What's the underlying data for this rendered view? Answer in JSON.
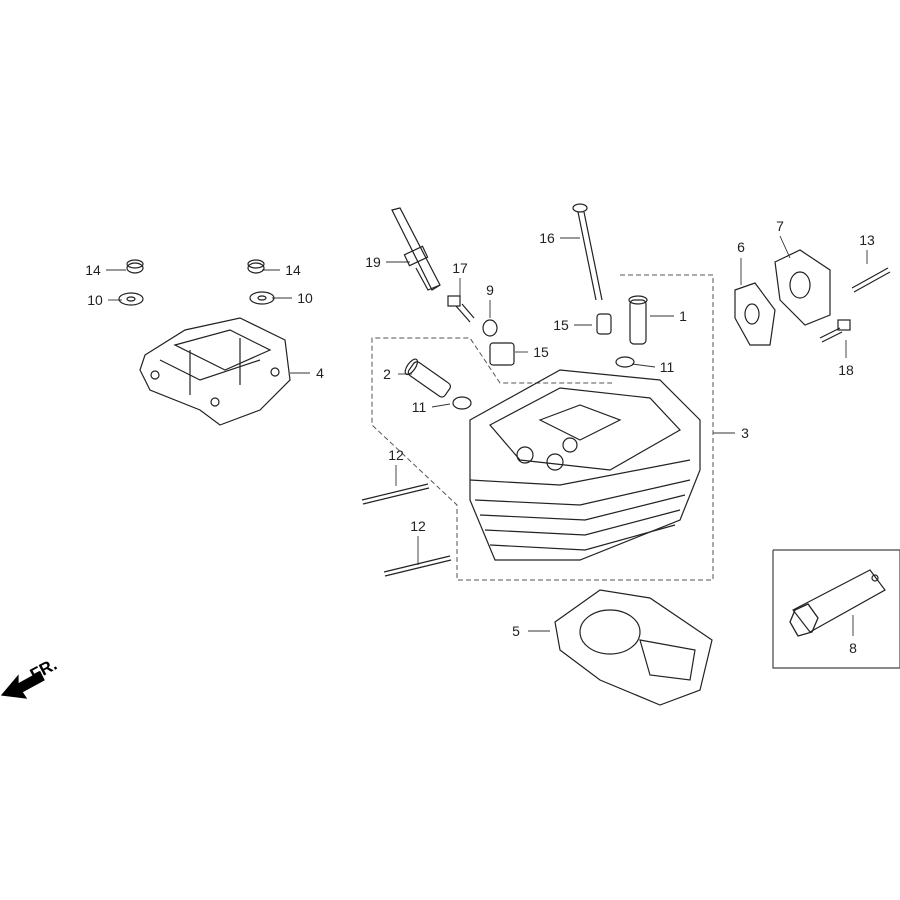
{
  "diagram": {
    "title": "Cylinder head exploded view",
    "front_indicator": "FR.",
    "callouts": [
      {
        "id": "c14a",
        "label": "14"
      },
      {
        "id": "c14b",
        "label": "14"
      },
      {
        "id": "c10a",
        "label": "10"
      },
      {
        "id": "c10b",
        "label": "10"
      },
      {
        "id": "c4",
        "label": "4"
      },
      {
        "id": "c19",
        "label": "19"
      },
      {
        "id": "c17",
        "label": "17"
      },
      {
        "id": "c9",
        "label": "9"
      },
      {
        "id": "c16",
        "label": "16"
      },
      {
        "id": "c15a",
        "label": "15"
      },
      {
        "id": "c15b",
        "label": "15"
      },
      {
        "id": "c1",
        "label": "1"
      },
      {
        "id": "c2",
        "label": "2"
      },
      {
        "id": "c11a",
        "label": "11"
      },
      {
        "id": "c11b",
        "label": "11"
      },
      {
        "id": "c3",
        "label": "3"
      },
      {
        "id": "c6",
        "label": "6"
      },
      {
        "id": "c7",
        "label": "7"
      },
      {
        "id": "c13",
        "label": "13"
      },
      {
        "id": "c18",
        "label": "18"
      },
      {
        "id": "c12a",
        "label": "12"
      },
      {
        "id": "c12b",
        "label": "12"
      },
      {
        "id": "c5",
        "label": "5"
      },
      {
        "id": "c8",
        "label": "8"
      }
    ]
  }
}
